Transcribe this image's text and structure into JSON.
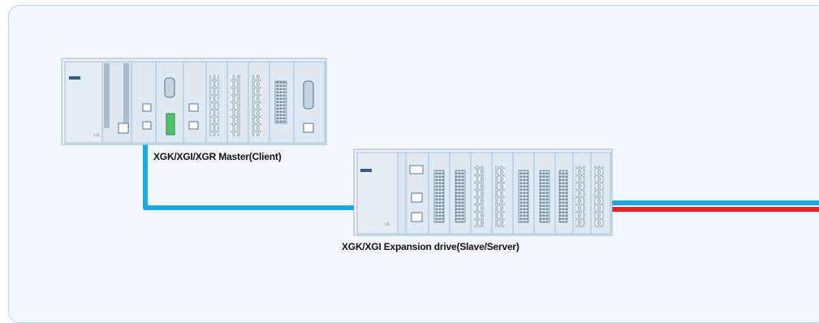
{
  "diagram": {
    "master_label": "XGK/XGI/XGR Master(Client)",
    "expansion_label": "XGK/XGI Expansion drive(Slave/Server)",
    "colors": {
      "panel_background": "#f2f8fc",
      "panel_border": "#b7d7ea",
      "ethernet_cable": "#1ea7e1",
      "second_cable": "#e8202a",
      "module_face": "#dfe9f1",
      "module_frame": "#b8cad9"
    },
    "icons": [
      "plc-rack",
      "ethernet-port",
      "db-connector",
      "terminal-block",
      "power-module"
    ]
  }
}
